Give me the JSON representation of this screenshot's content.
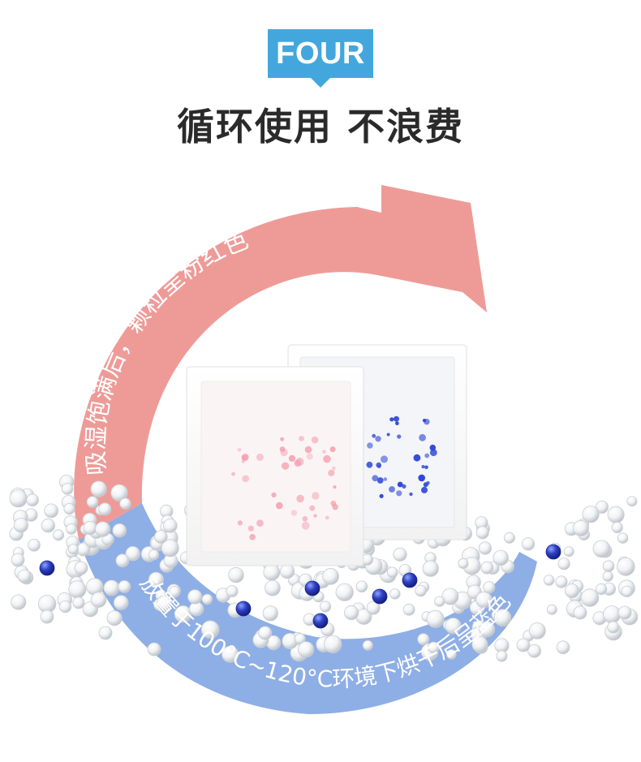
{
  "badge": {
    "label": "FOUR"
  },
  "headline": "循环使用 不浪费",
  "arc_top_text": "吸湿饱满后，颗粒呈粉红色",
  "arc_bottom_text": "放置于100°C~120°C环境下烘干后呈蓝色",
  "colors": {
    "badge": "#43a7dd",
    "arc_pink": "#ee9b98",
    "arc_blue": "#8eaee6",
    "bead_blue": "#2d3fc4",
    "bead_pink": "#f29aa8"
  }
}
